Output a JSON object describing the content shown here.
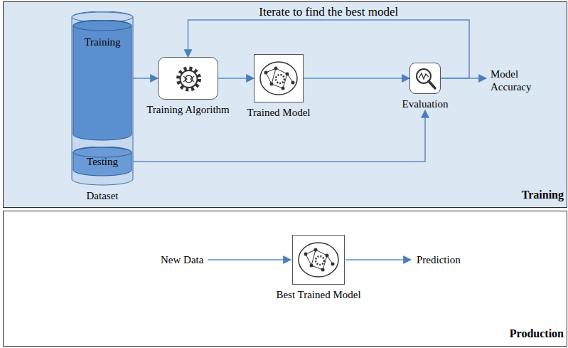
{
  "diagram": {
    "nodes": [
      {
        "text": [
          "Training"
        ]
      },
      {
        "text": [
          "Dataset"
        ],
        "in": 0
      },
      {
        "text": [
          "Training"
        ],
        "in": 1
      },
      {
        "text": [
          "Testing"
        ],
        "in": 1
      },
      {
        "text": [
          "Training Algorithm"
        ],
        "in": 0
      },
      {
        "text": [
          "Trained Model"
        ],
        "in": 0
      },
      {
        "text": [
          "Evaluation"
        ],
        "in": 0
      },
      {
        "text": [
          "Production"
        ]
      },
      {
        "text": [
          "Best Trained Model"
        ],
        "in": 7
      }
    ],
    "edges": [
      {
        "from": 2,
        "to": 4,
        "arrow": "to"
      },
      {
        "from": 4,
        "to": 5,
        "arrow": "to"
      },
      {
        "from": 5,
        "to": 6,
        "arrow": "to"
      },
      {
        "from": 3,
        "to": 6,
        "arrow": "to"
      },
      {
        "from": 6,
        "to": 4,
        "label": "Iterate to find the best model",
        "arrow": "to"
      }
    ],
    "labels": [
      "Model Accuracy",
      "New Data",
      "Prediction"
    ]
  }
}
